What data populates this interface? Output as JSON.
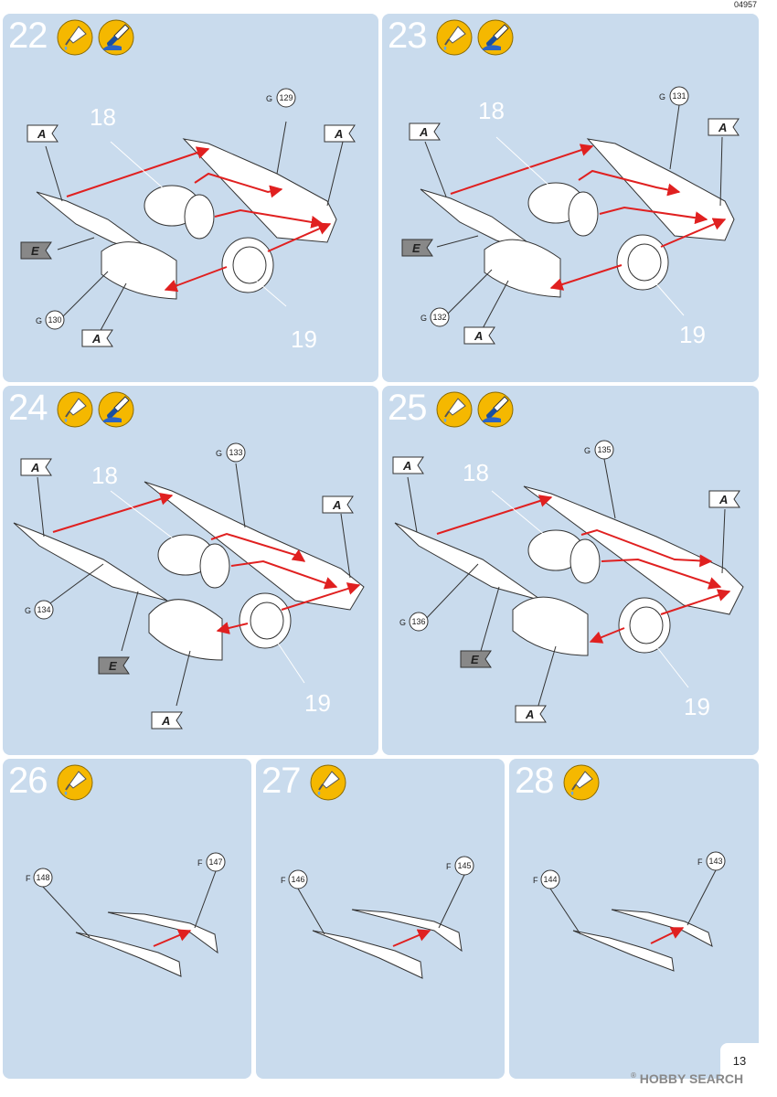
{
  "header": {
    "kit_code": "04957"
  },
  "steps": [
    {
      "number": "22",
      "part_large_1": "18",
      "part_large_2": "19",
      "g_top": "129",
      "g_bottom": "130",
      "flag_1": "A",
      "flag_2": "A",
      "flag_3": "A",
      "flag_e": "E",
      "prefix": "G"
    },
    {
      "number": "23",
      "part_large_1": "18",
      "part_large_2": "19",
      "g_top": "131",
      "g_bottom": "132",
      "flag_1": "A",
      "flag_2": "A",
      "flag_3": "A",
      "flag_e": "E",
      "prefix": "G"
    },
    {
      "number": "24",
      "part_large_1": "18",
      "part_large_2": "19",
      "g_top": "133",
      "g_bottom": "134",
      "flag_1": "A",
      "flag_2": "A",
      "flag_3": "A",
      "flag_e": "E",
      "prefix": "G"
    },
    {
      "number": "25",
      "part_large_1": "18",
      "part_large_2": "19",
      "g_top": "135",
      "g_bottom": "136",
      "flag_1": "A",
      "flag_2": "A",
      "flag_3": "A",
      "flag_e": "E",
      "prefix": "G"
    },
    {
      "number": "26",
      "f_left": "148",
      "f_right": "147",
      "prefix": "F"
    },
    {
      "number": "27",
      "f_left": "146",
      "f_right": "145",
      "prefix": "F"
    },
    {
      "number": "28",
      "f_left": "144",
      "f_right": "143",
      "prefix": "F"
    }
  ],
  "icons": {
    "glue": "glue-tube-icon",
    "paint": "paint-brush-icon"
  },
  "colors": {
    "panel": "#c9dbed",
    "arrow": "#e02020",
    "icon_yellow": "#f5b800"
  },
  "footer": {
    "page_number": "13",
    "watermark_name": "HOBBY SEARCH",
    "watermark_mark": "®"
  }
}
